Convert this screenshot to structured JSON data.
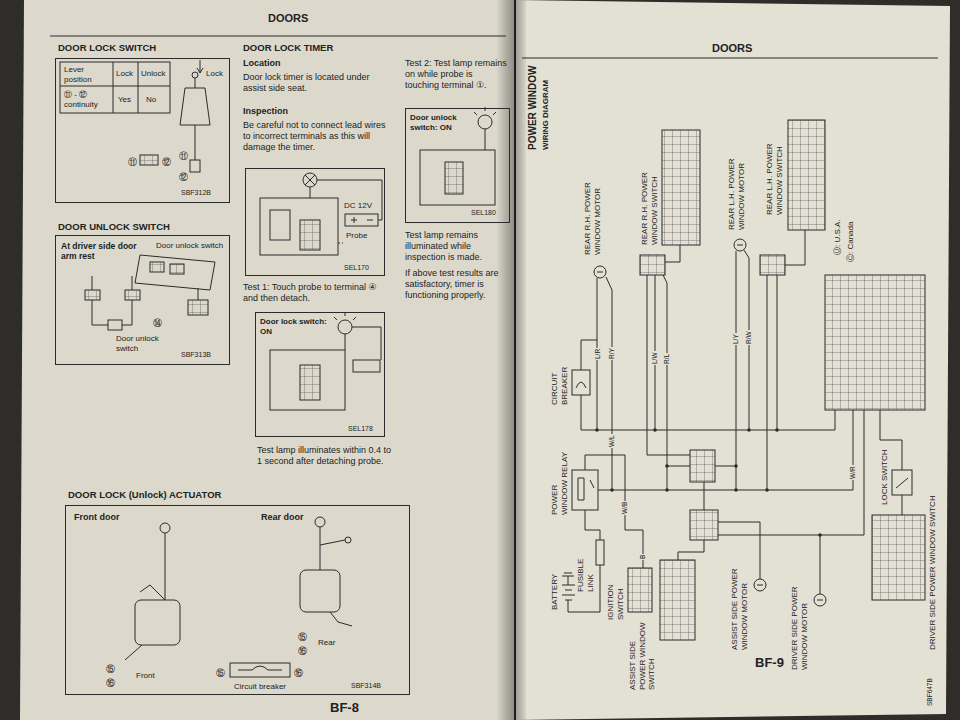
{
  "diagram": {
    "nodes": [
      {
        "text": [
          "Lever position",
          "Lock",
          "Unlock",
          "⑪ - ⑫ continuity",
          "Yes",
          "No",
          "Lock",
          "⑪",
          "⑫",
          "⑪",
          "⑫",
          "SBF312B"
        ]
      },
      {
        "text": [
          "At driver side door arm rest",
          "Door unlock switch",
          "⑭",
          "Door unlock switch",
          "SBF313B"
        ]
      },
      {
        "text": [
          "DC 12V",
          "Probe",
          "SEL170"
        ]
      },
      {
        "text": [
          "Door lock switch: ON",
          "SEL178"
        ]
      },
      {
        "text": [
          "Door unlock switch: ON",
          "SEL180"
        ]
      },
      {
        "text": [
          "Front door",
          "Rear door",
          "⑮",
          "⑯",
          "Front",
          "⑮",
          "⑯",
          "Rear",
          "⑮",
          "⑯",
          "Circuit breaker",
          "SBF314B"
        ]
      }
    ],
    "labels": [
      "DOORS",
      "DOOR LOCK SWITCH",
      "DOOR UNLOCK SWITCH",
      "DOOR LOCK TIMER",
      "Location",
      "Door lock timer is located under assist side seat.",
      "Inspection",
      "Be careful not to connect lead wires to incorrect terminals as this will damage the timer.",
      "Test 1: Touch probe to terminal ④ and then detach.",
      "Test lamp illuminates within 0.4 to 1 second after detaching probe.",
      "Test 2: Test lamp remains on while probe is touching terminal ①.",
      "Test lamp remains illuminated while inspection is made.",
      "If above test results are satisfactory, timer is functioning properly.",
      "DOOR LOCK (Unlock) ACTUATOR",
      "BF-8",
      "DOORS",
      "POWER WINDOW",
      "WIRING DIAGRAM",
      "REAR R.H. POWER WINDOW MOTOR",
      "REAR R.H. POWER WINDOW SWITCH",
      "REAR L.H. POWER WINDOW MOTOR",
      "REAR L.H. POWER WINDOW SWITCH",
      "Ⓤ: U.S.A.",
      "Ⓒ: Canada",
      "CIRCUIT BREAKER",
      "POWER WINDOW RELAY",
      "FUSIBLE LINK",
      "BATTERY",
      "IGNITION SWITCH",
      "ASSIST SIDE POWER WINDOW SWITCH",
      "ASSIST SIDE POWER WINDOW MOTOR",
      "DRIVER SIDE POWER WINDOW MOTOR",
      "LOCK SWITCH",
      "DRIVER SIDE POWER WINDOW SWITCH",
      "BF-9",
      "SBF647B",
      "L/R",
      "R/Y",
      "W/L",
      "L/W",
      "R/L",
      "W/B",
      "B",
      "L/Y",
      "R/W",
      "W/R"
    ]
  }
}
